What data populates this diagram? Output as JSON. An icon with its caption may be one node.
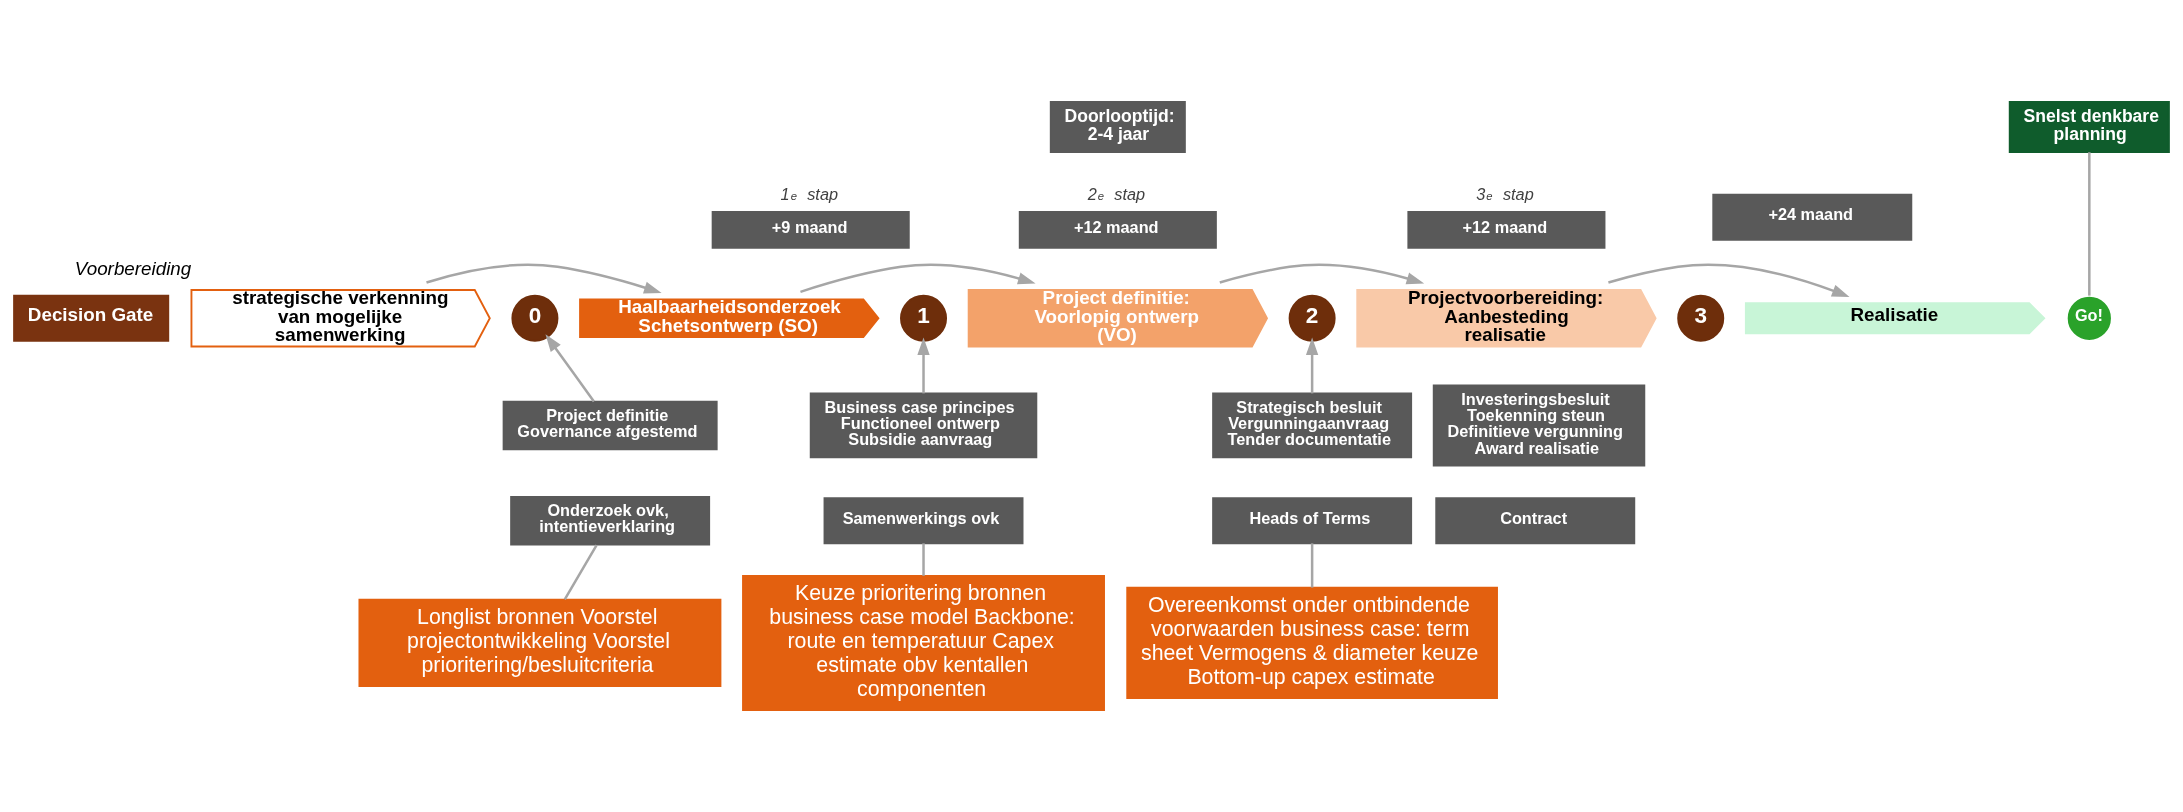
{
  "diagram": {
    "nodes": [
      {
        "text": [
          "Decision Gate"
        ]
      },
      {
        "text": [
          "strategische verkenning van mogelijke samenwerking"
        ],
        "beside": [
          "Voorbereiding"
        ]
      },
      {
        "text": [
          "0"
        ]
      },
      {
        "text": [
          "Haalbaarheidsonderzoek Schetsontwerp (SO)"
        ]
      },
      {
        "text": [
          "+9 maand"
        ],
        "beside": [
          "1$^{e}$ stap"
        ]
      },
      {
        "text": [
          "1"
        ]
      },
      {
        "text": [
          "Project definitie: Voorlopig ontwerp (VO)"
        ]
      },
      {
        "text": [
          "+12 maand"
        ],
        "beside": [
          "2$^{e}$ stap"
        ]
      },
      {
        "text": [
          "2"
        ]
      },
      {
        "text": [
          "Projectvoorbereiding: Aanbesteding realisatie"
        ]
      },
      {
        "text": [
          "+12 maand"
        ],
        "beside": [
          "3$^{e}$ stap"
        ]
      },
      {
        "text": [
          "3"
        ]
      },
      {
        "text": [
          "Realisatie"
        ]
      },
      {
        "text": [
          "+24 maand"
        ]
      },
      {
        "text": [
          "Go!"
        ]
      },
      {
        "text": [
          "Doorlooptijd: 2-4 jaar"
        ]
      },
      {
        "text": [
          "Snelst denkbare planning"
        ]
      },
      {
        "text": [
          "Project definitie Governance afgestemd"
        ]
      },
      {
        "text": [
          "Onderzoek ovk, intentieverklaring"
        ]
      },
      {
        "text": [
          "Business case principes Functioneel ontwerp Subsidie aanvraag"
        ]
      },
      {
        "text": [
          "Samenwerkings ovk"
        ]
      },
      {
        "text": [
          "Strategisch besluit Vergunningaanvraag Tender documentatie"
        ]
      },
      {
        "text": [
          "Heads of Terms"
        ]
      },
      {
        "text": [
          "Investeringsbesluit Toekenning steun Definitieve vergunning Award realisatie"
        ]
      },
      {
        "text": [
          "Contract"
        ]
      },
      {
        "text": [
          "Longlist bronnen Voorstel projectontwikkeling Voorstel prioritering/besluitcriteria"
        ]
      },
      {
        "text": [
          "Keuze prioritering bronnen business case model Backbone: route en temperatuur Capex estimate obv kentallen componenten"
        ]
      },
      {
        "text": [
          "Overeenkomst onder ontbindende voorwaarden business case: term sheet Vermogens & diameter keuze Bottom-up capex estimate"
        ]
      }
    ],
    "edges": [
      {
        "from": 1,
        "to": 3,
        "arrow": "to"
      },
      {
        "from": 3,
        "to": 6,
        "arrow": "to"
      },
      {
        "from": 6,
        "to": 9,
        "arrow": "to"
      },
      {
        "from": 9,
        "to": 12,
        "arrow": "to"
      },
      {
        "from": 17,
        "to": 2,
        "arrow": "to"
      },
      {
        "from": 19,
        "to": 5,
        "arrow": "to"
      },
      {
        "from": 21,
        "to": 8,
        "arrow": "to"
      },
      {
        "from": 25,
        "to": 18,
        "arrow": "none"
      },
      {
        "from": 26,
        "to": 20,
        "arrow": "none"
      },
      {
        "from": 27,
        "to": 22,
        "arrow": "none"
      },
      {
        "from": 16,
        "to": 14,
        "arrow": "none"
      }
    ]
  }
}
